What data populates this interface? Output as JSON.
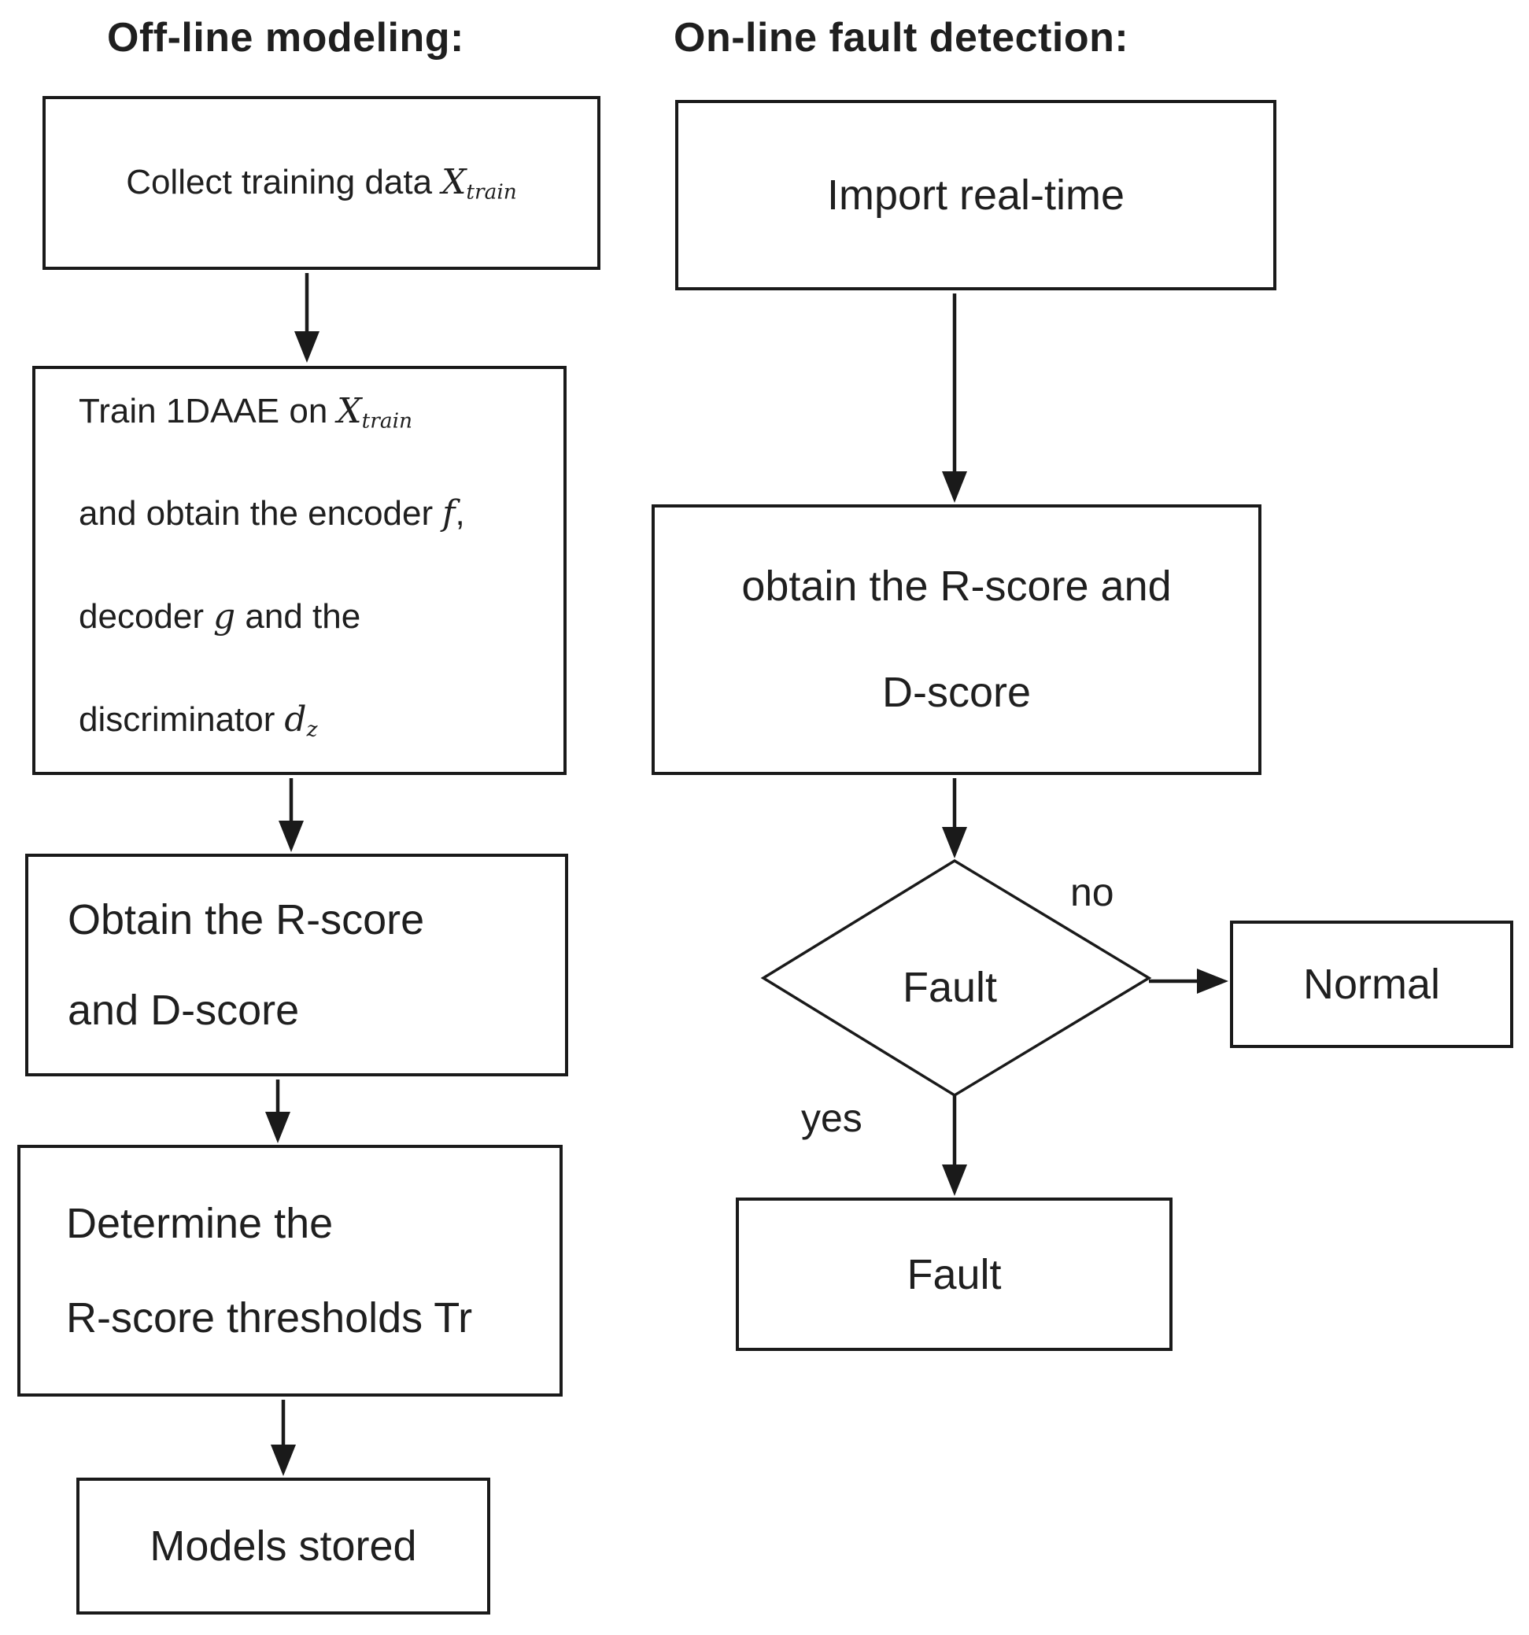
{
  "diagram": {
    "colors": {
      "ink": "#1a1a1a",
      "background": "#ffffff"
    },
    "left": {
      "title": "Off-line modeling:",
      "box_collect": {
        "pre": "Collect training data",
        "var": "X",
        "sub": "train"
      },
      "box_train": {
        "line1": {
          "pre": "Train 1DAAE on",
          "var": "X",
          "sub": "train",
          "post": ""
        },
        "line2": {
          "pre": "and obtain the encoder",
          "var": "f",
          "sub": "",
          "post": ","
        },
        "line3": {
          "pre": "decoder",
          "var": "g",
          "sub": "",
          "post": " and the"
        },
        "line4": {
          "pre": "discriminator",
          "var": "d",
          "sub": "z",
          "post": ""
        }
      },
      "box_scores": {
        "line1": "Obtain the R-score",
        "line2": "and D-score"
      },
      "box_threshold": {
        "line1": "Determine the",
        "line2": "R-score thresholds Tr"
      },
      "box_stored": {
        "text": "Models stored"
      }
    },
    "right": {
      "title": "On-line fault detection:",
      "box_import": {
        "text": "Import real-time"
      },
      "box_scores": {
        "line1": "obtain the R-score and",
        "line2": "D-score"
      },
      "decision": {
        "text": "Fault"
      },
      "label_no": "no",
      "label_yes": "yes",
      "box_normal": {
        "text": "Normal"
      },
      "box_fault": {
        "text": "Fault"
      }
    }
  }
}
